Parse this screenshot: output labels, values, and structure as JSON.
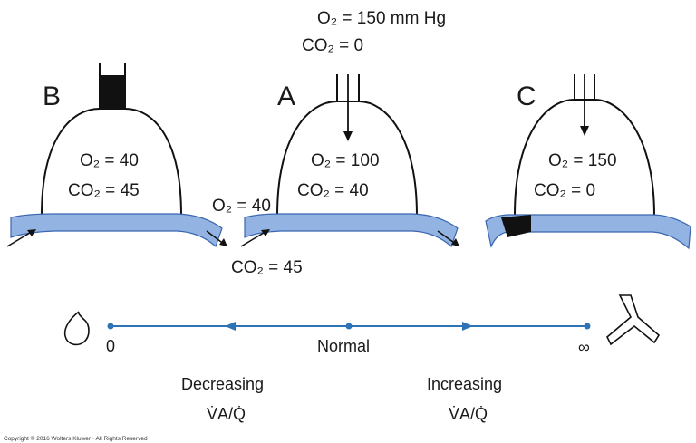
{
  "inspired_air": {
    "o2": "O₂ = 150 mm Hg",
    "co2": "CO₂ = 0"
  },
  "unit_b": {
    "letter": "B",
    "o2": "O₂ = 40",
    "co2": "CO₂ = 45"
  },
  "unit_a": {
    "letter": "A",
    "o2": "O₂ = 100",
    "co2": "CO₂ = 40",
    "blood_in_o2": "O₂ = 40",
    "blood_in_co2": "CO₂ = 45"
  },
  "unit_c": {
    "letter": "C",
    "o2": "O₂ = 150",
    "co2": "CO₂ = 0"
  },
  "scale": {
    "left_end": "0",
    "center": "Normal",
    "right_end": "∞"
  },
  "captions": {
    "decreasing": "Decreasing",
    "increasing": "Increasing",
    "ratio": "V̇A/Q̇"
  },
  "copyright": "Copyright © 2016 Wolters Kluwer · All Rights Reserved",
  "colors": {
    "blood": "#93b4e3",
    "blood_stroke": "#3a66b0",
    "axis": "#2e74b5",
    "block": "#111111"
  }
}
